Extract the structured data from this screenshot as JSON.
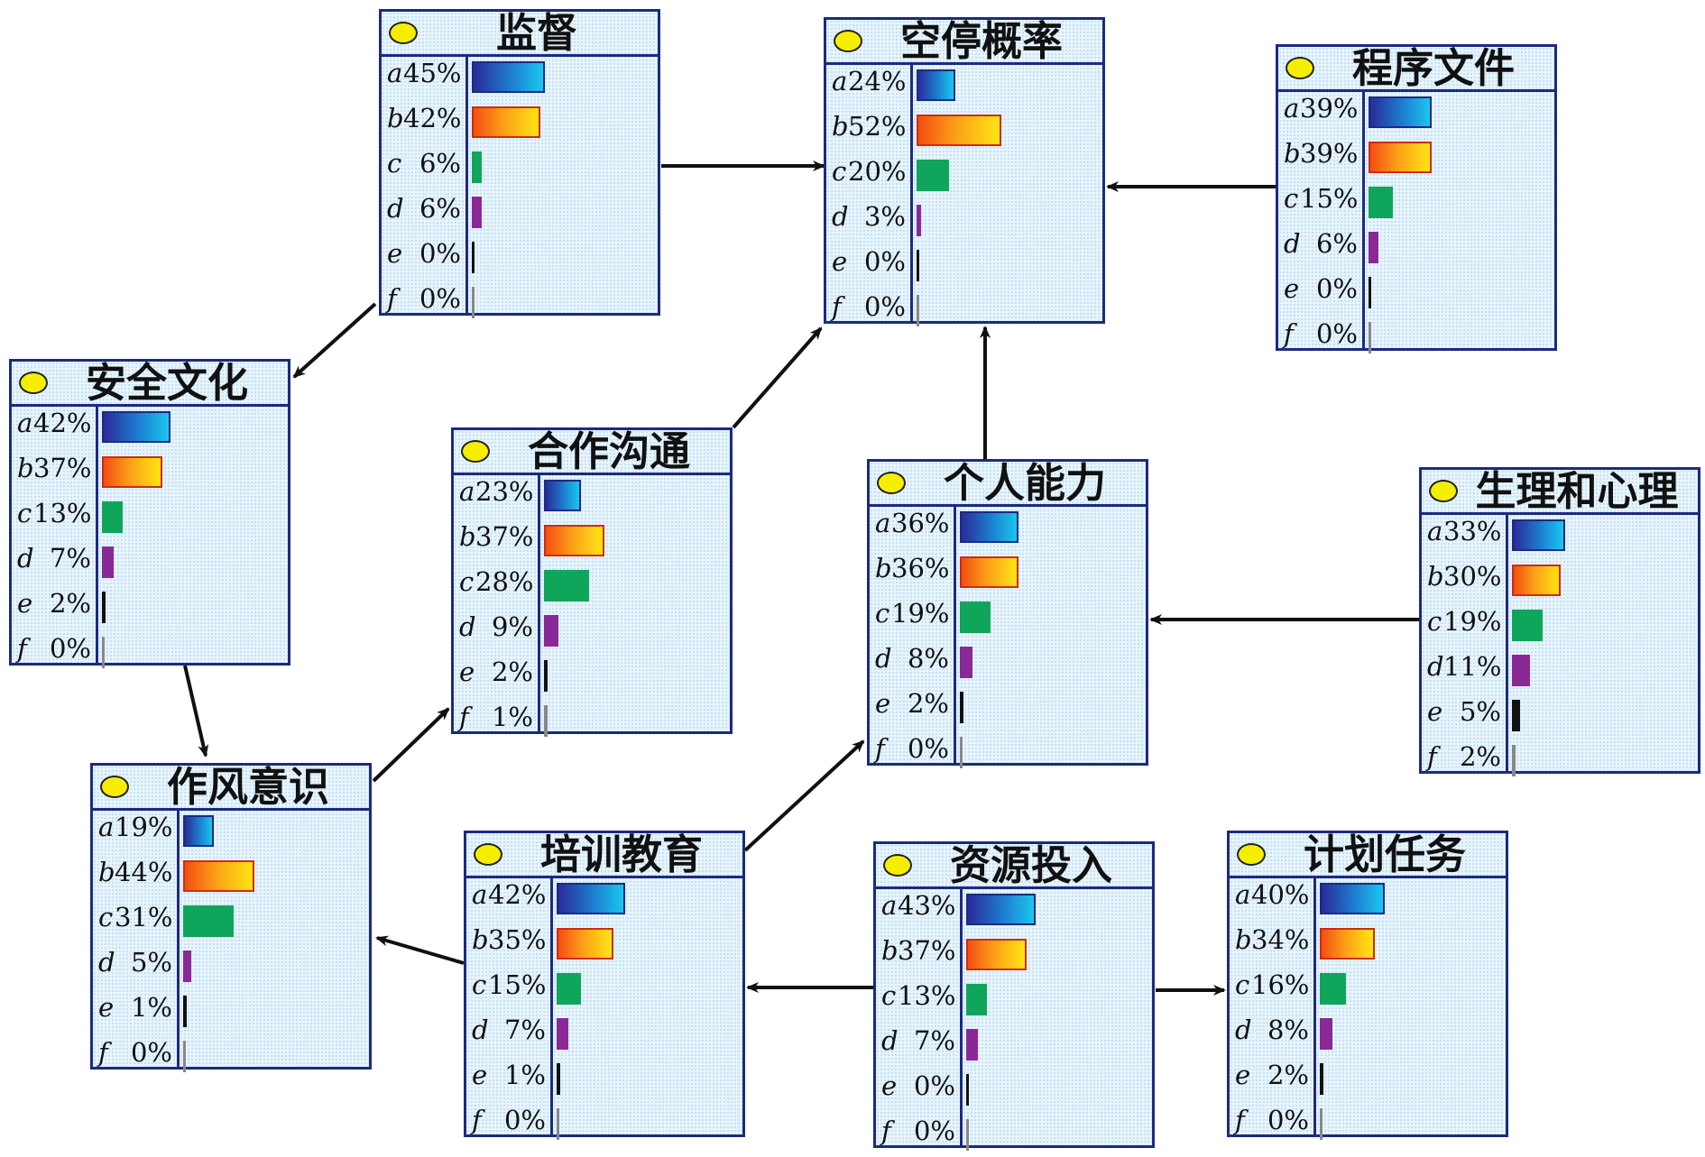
{
  "diagram": {
    "state_letters": [
      "a",
      "b",
      "c",
      "d",
      "e",
      "f"
    ],
    "nodes": [
      {
        "id": "jiandu",
        "title": "监督",
        "states": [
          45,
          42,
          6,
          6,
          0,
          0
        ]
      },
      {
        "id": "kongting",
        "title": "空停概率",
        "states": [
          24,
          52,
          20,
          3,
          0,
          0
        ]
      },
      {
        "id": "chengxu",
        "title": "程序文件",
        "states": [
          39,
          39,
          15,
          6,
          0,
          0
        ]
      },
      {
        "id": "anquan",
        "title": "安全文化",
        "states": [
          42,
          37,
          13,
          7,
          2,
          0
        ]
      },
      {
        "id": "hezuo",
        "title": "合作沟通",
        "states": [
          23,
          37,
          28,
          9,
          2,
          1
        ]
      },
      {
        "id": "geren",
        "title": "个人能力",
        "states": [
          36,
          36,
          19,
          8,
          2,
          0
        ]
      },
      {
        "id": "shengli",
        "title": "生理和心理",
        "states": [
          33,
          30,
          19,
          11,
          5,
          2
        ]
      },
      {
        "id": "zuofeng",
        "title": "作风意识",
        "states": [
          19,
          44,
          31,
          5,
          1,
          0
        ]
      },
      {
        "id": "peixun",
        "title": "培训教育",
        "states": [
          42,
          35,
          15,
          7,
          1,
          0
        ]
      },
      {
        "id": "ziyuan",
        "title": "资源投入",
        "states": [
          43,
          37,
          13,
          7,
          0,
          0
        ]
      },
      {
        "id": "jihua",
        "title": "计划任务",
        "states": [
          40,
          34,
          16,
          8,
          2,
          0
        ]
      }
    ],
    "edges": [
      {
        "from": "jiandu",
        "to": "kongting"
      },
      {
        "from": "chengxu",
        "to": "kongting"
      },
      {
        "from": "jiandu",
        "to": "anquan"
      },
      {
        "from": "hezuo",
        "to": "kongting"
      },
      {
        "from": "geren",
        "to": "kongting"
      },
      {
        "from": "anquan",
        "to": "zuofeng"
      },
      {
        "from": "zuofeng",
        "to": "hezuo"
      },
      {
        "from": "shengli",
        "to": "geren"
      },
      {
        "from": "peixun",
        "to": "geren"
      },
      {
        "from": "peixun",
        "to": "zuofeng"
      },
      {
        "from": "ziyuan",
        "to": "peixun"
      },
      {
        "from": "ziyuan",
        "to": "jihua"
      }
    ]
  }
}
